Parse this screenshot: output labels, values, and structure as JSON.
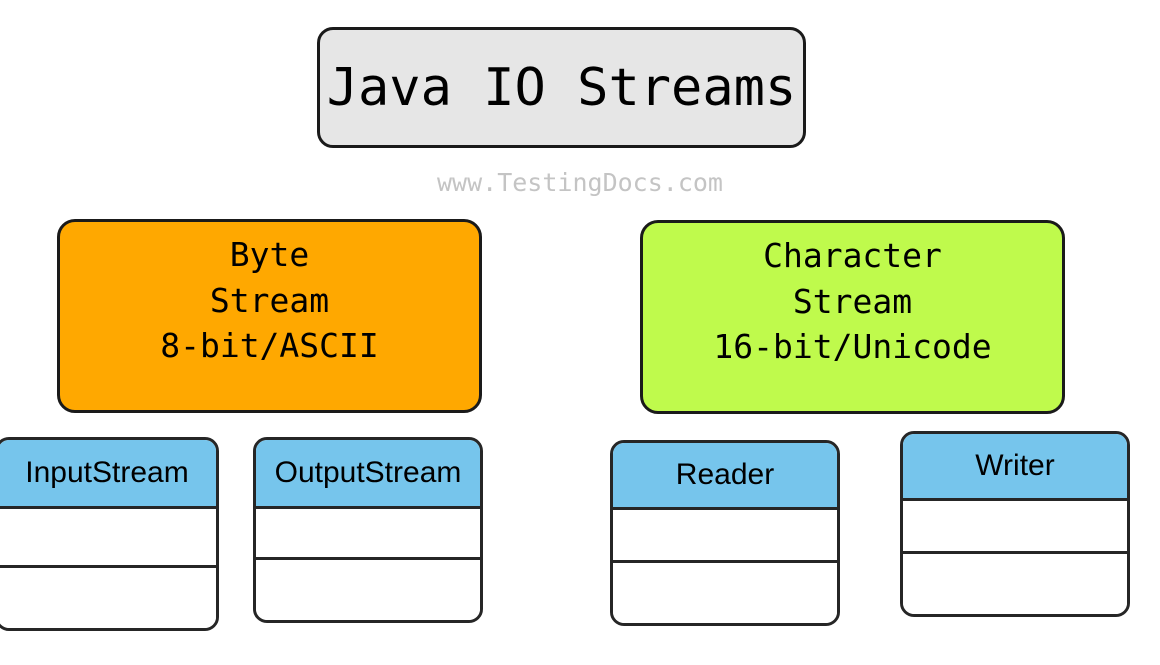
{
  "diagram": {
    "title": "Java IO Streams",
    "watermark": "www.TestingDocs.com",
    "categories": [
      {
        "name": "byte-stream",
        "line1": "Byte",
        "line2": "Stream",
        "line3": "8-bit/ASCII",
        "color": "#FFA800"
      },
      {
        "name": "character-stream",
        "line1": "Character",
        "line2": "Stream",
        "line3": "16-bit/Unicode",
        "color": "#BFFA4C"
      }
    ],
    "classes": [
      {
        "name": "input-stream",
        "title": "InputStream"
      },
      {
        "name": "output-stream",
        "title": "OutputStream"
      },
      {
        "name": "reader",
        "title": "Reader"
      },
      {
        "name": "writer",
        "title": "Writer"
      }
    ],
    "colors": {
      "title_box_fill": "#E6E6E6",
      "byte_stream_fill": "#FFA800",
      "character_stream_fill": "#BFFA4C",
      "class_header_fill": "#76C5EC",
      "class_body_fill": "#FFFFFF",
      "stroke": "#1A1A1A",
      "watermark_text": "#C4C4C4"
    }
  }
}
